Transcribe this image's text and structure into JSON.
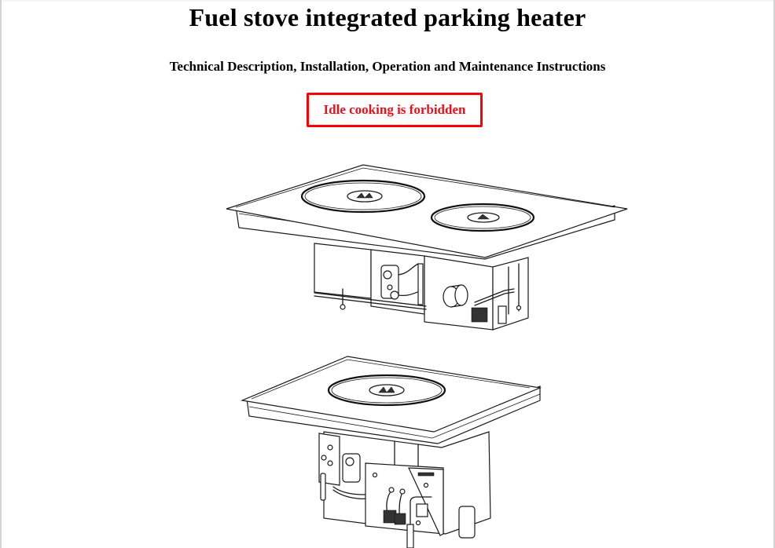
{
  "document": {
    "title": "Fuel stove integrated parking heater",
    "subtitle": "Technical Description, Installation, Operation and Maintenance Instructions",
    "warning": {
      "text": "Idle cooking is forbidden",
      "border_color": "#ff0000",
      "text_color": "#e8101a"
    },
    "figures": [
      {
        "description": "Isometric line drawing of a two-burner fuel stove with integrated parking heater unit underneath",
        "burners": 2
      },
      {
        "description": "Isometric line drawing of a single-burner fuel stove with integrated parking heater, showing terminal panel and wiring",
        "burners": 1
      }
    ]
  }
}
